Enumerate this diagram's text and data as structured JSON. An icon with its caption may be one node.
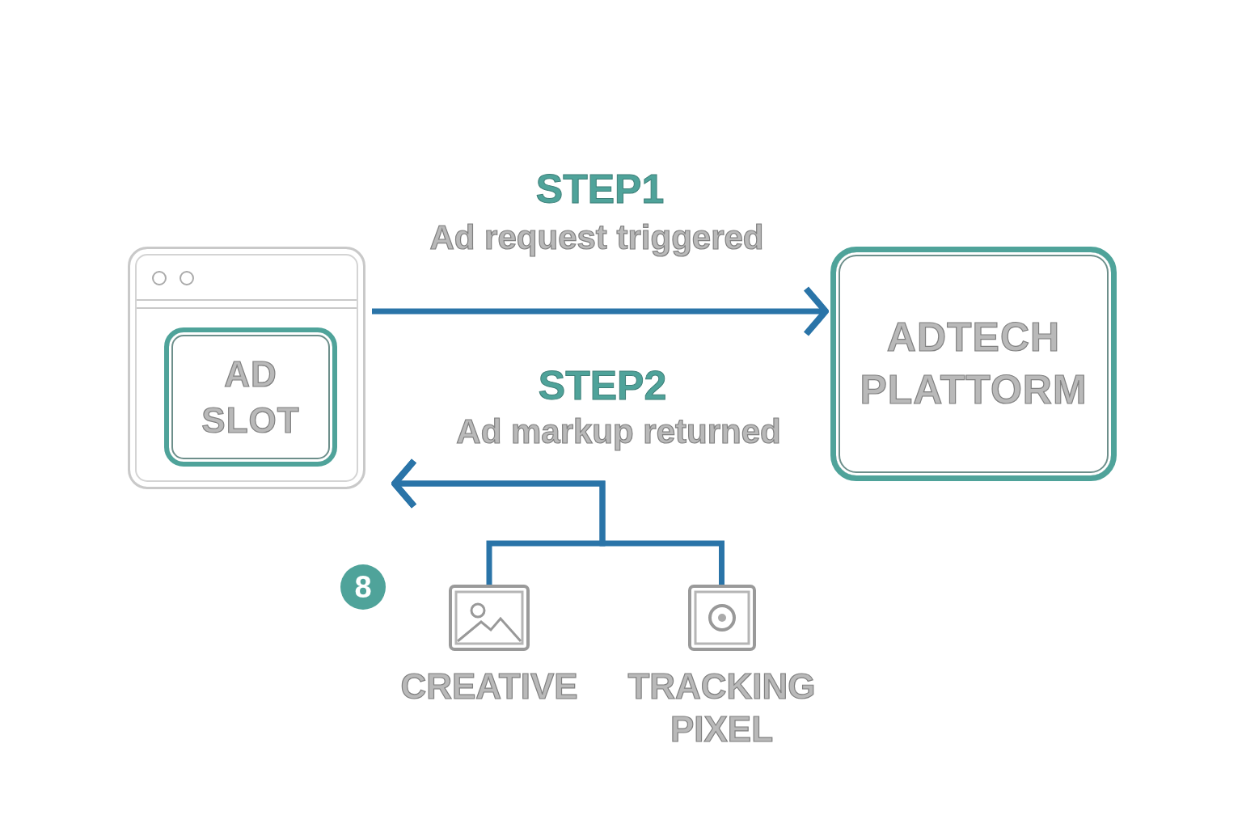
{
  "diagram": {
    "nodes": [
      {
        "text": [],
        "shape": "box"
      },
      {
        "text": [
          "AD SLOT"
        ],
        "in": 0
      },
      {
        "text": [
          "ADTECH PLATTORM"
        ]
      },
      {
        "text": [
          "CREATIVE"
        ]
      },
      {
        "text": [
          "TRACKING PIXEL"
        ]
      }
    ],
    "edges": [
      {
        "from": 0,
        "to": 2,
        "arrow": "to"
      },
      {
        "from": 3,
        "to": 0,
        "arrow": "to"
      },
      {
        "from": 4,
        "to": 0,
        "arrow": "to"
      }
    ],
    "labels": [
      "STEP1",
      "Ad request triggered",
      "STEP2",
      "Ad markup returned",
      "8"
    ]
  }
}
